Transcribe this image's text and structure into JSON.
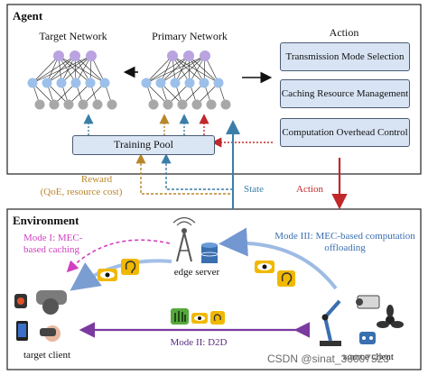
{
  "agent": {
    "title": "Agent",
    "target_network": "Target Network",
    "primary_network": "Primary Network",
    "action_panel": {
      "title": "Action",
      "items": [
        "Transmission Mode Selection",
        "Caching Resource Management",
        "Computation Overhead Control"
      ]
    },
    "training_pool": "Training Pool"
  },
  "links": {
    "reward": "Reward",
    "reward_detail": "(QoE, resource cost)",
    "state": "State",
    "action": "Action"
  },
  "environment": {
    "title": "Environment",
    "mode1": "Mode I: MEC-based caching",
    "mode2": "Mode II: D2D",
    "mode3": "Mode III: MEC-based computation offloading",
    "edge_server": "edge server",
    "target_client": "target client",
    "source_client": "source client"
  },
  "watermark": "CSDN @sinat_36007523",
  "colors": {
    "reward": "#b8862a",
    "state": "#3a7ea8",
    "action": "#c0282a",
    "mode1": "#d23fc0",
    "mode2": "#7a3aa0",
    "mode3": "#5b86c8"
  }
}
